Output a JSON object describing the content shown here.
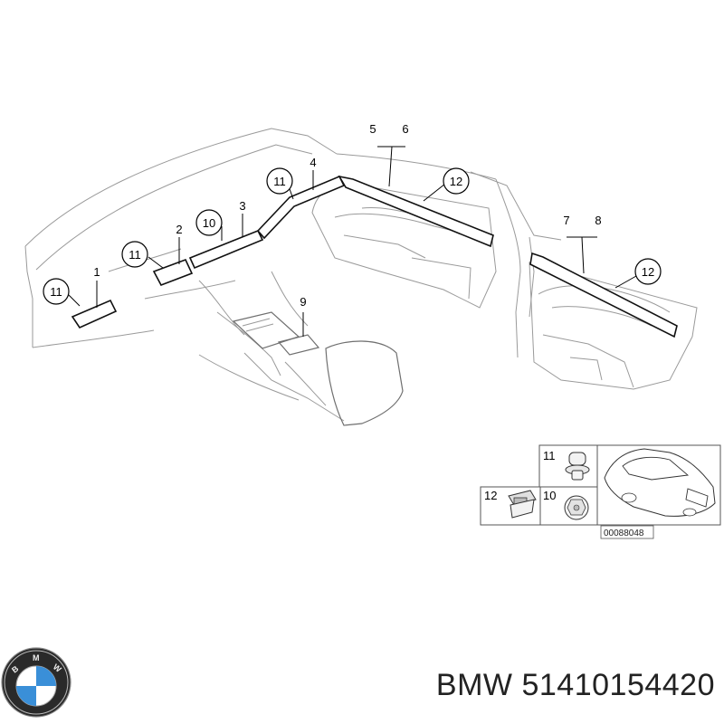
{
  "callouts": {
    "c1": "1",
    "c2": "2",
    "c3": "3",
    "c4": "4",
    "c5": "5",
    "c6": "6",
    "c7": "7",
    "c8": "8",
    "c9": "9",
    "c10": "10",
    "c11a": "11",
    "c11b": "11",
    "c11c": "11",
    "c12a": "12",
    "c12b": "12"
  },
  "inset": {
    "clip11": "11",
    "clip12": "12",
    "clip10": "10",
    "ref_code": "00088048"
  },
  "part": {
    "brand": "BMW",
    "number": "51410154420"
  },
  "logo": {
    "letters": "BMW",
    "colors": {
      "blue": "#3a8fd8",
      "white": "#ffffff",
      "ring": "#1a1a1a"
    }
  }
}
